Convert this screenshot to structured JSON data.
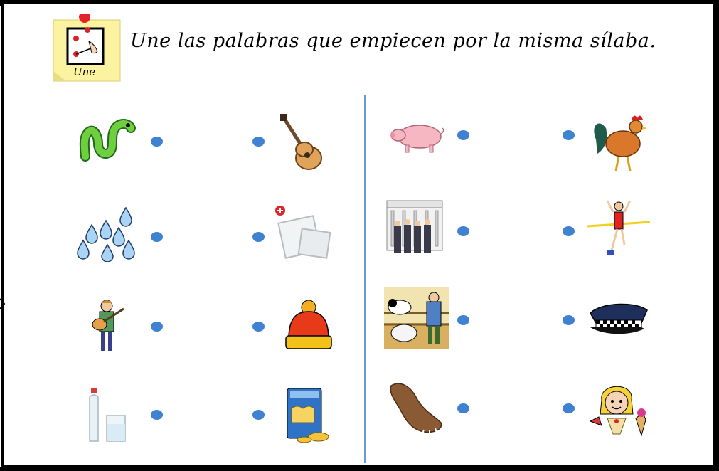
{
  "instruction": {
    "icon_label": "Une",
    "text": "Une las palabras que empiecen por la misma sílaba."
  },
  "colors": {
    "dot": "#3f82d2",
    "divider": "#6b9bd1",
    "note": "#fbf3a0"
  },
  "pictures": [
    {
      "id": "gusano",
      "icon": "worm-icon"
    },
    {
      "id": "guitarra",
      "icon": "guitar-icon"
    },
    {
      "id": "gotas",
      "icon": "raindrops-icon"
    },
    {
      "id": "gasas",
      "icon": "gauze-icon"
    },
    {
      "id": "guitarrista",
      "icon": "guitarist-icon"
    },
    {
      "id": "gorro",
      "icon": "woolly-hat-icon"
    },
    {
      "id": "agua",
      "icon": "water-icon"
    },
    {
      "id": "gusanitos",
      "icon": "snack-bag-icon"
    },
    {
      "id": "cerdo",
      "icon": "pig-icon"
    },
    {
      "id": "gallo",
      "icon": "rooster-icon"
    },
    {
      "id": "gobierno",
      "icon": "government-icon"
    },
    {
      "id": "ganadora",
      "icon": "runner-winner-icon"
    },
    {
      "id": "granja",
      "icon": "farm-icon"
    },
    {
      "id": "gorra",
      "icon": "police-cap-icon"
    },
    {
      "id": "pata",
      "icon": "paw-icon"
    },
    {
      "id": "golosa",
      "icon": "sweet-tooth-girl-icon"
    }
  ]
}
